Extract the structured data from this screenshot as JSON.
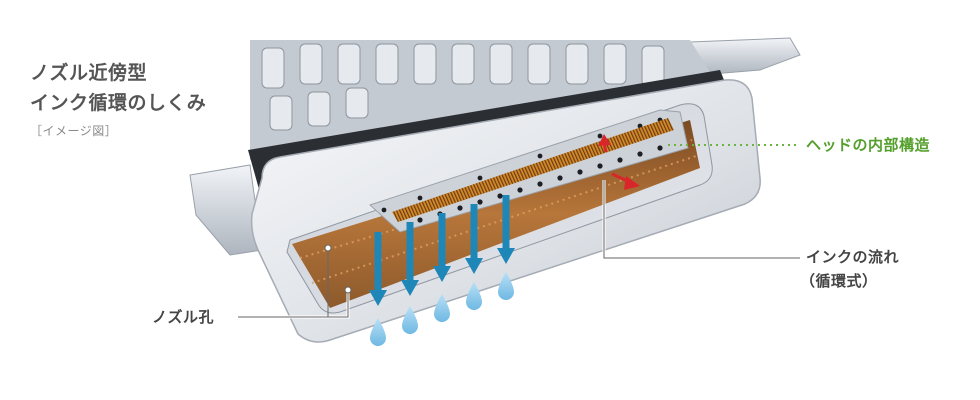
{
  "title": {
    "line1": "ノズル近傍型",
    "line2": "インク循環のしくみ"
  },
  "note": "［イメージ図］",
  "labels": {
    "head_internal": "ヘッドの内部構造",
    "ink_flow_line1": "インクの流れ",
    "ink_flow_line2": "（循環式）",
    "nozzle_hole": "ノズル孔"
  },
  "colors": {
    "ink_drop": "#7cc3ea",
    "flow_arrow_blue": "#1f86b8",
    "circulation_arrow_red": "#d8262b",
    "dotted_leader_green": "#6db33f",
    "nozzle_plate": "#d8862f"
  }
}
